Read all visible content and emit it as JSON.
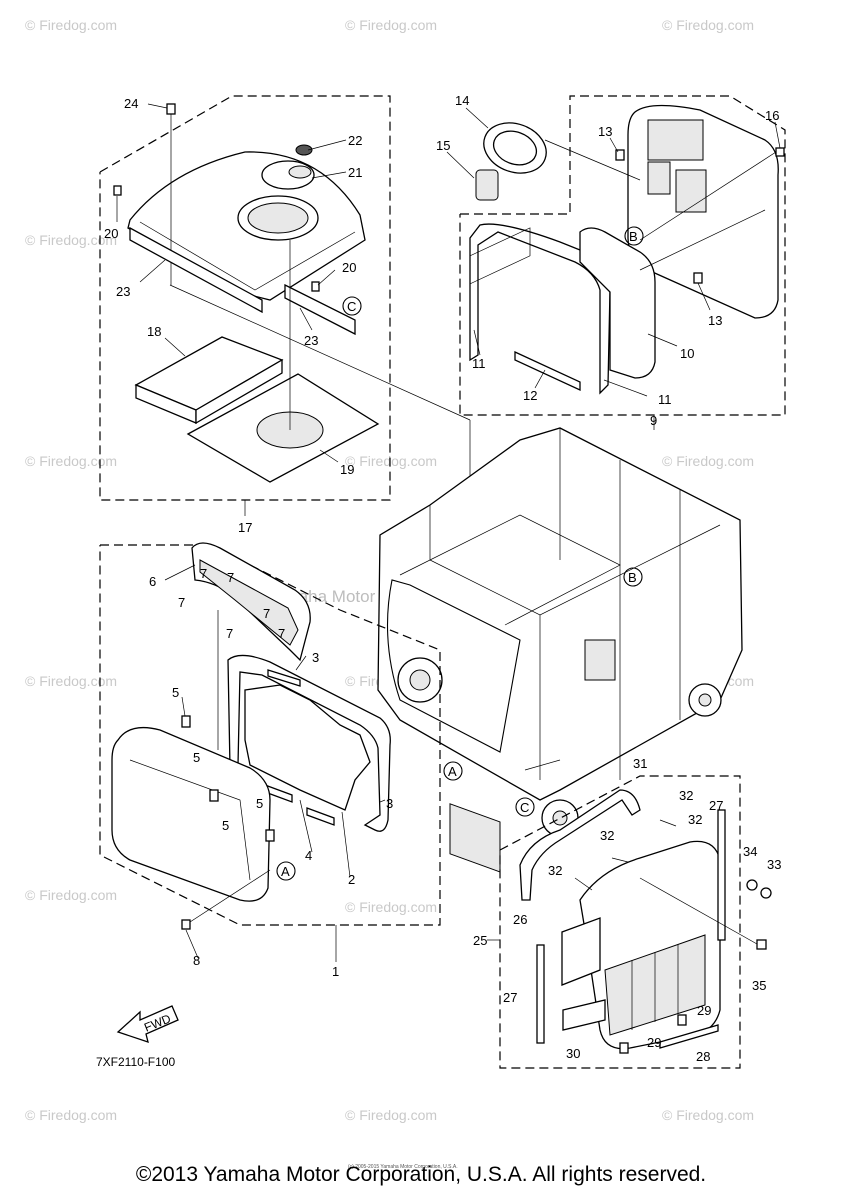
{
  "watermark_text": "© Firedog.com",
  "center_watermark": "Yamaha Motor Corp. U.S.A.",
  "diagram_code": "7XF2110-F100",
  "fwd_label": "FWD",
  "small_print": "(c) 2005-2015 Yamaha Motor Corporation, U.S.A.",
  "copyright": "©2013 Yamaha Motor Corporation, U.S.A. All rights reserved.",
  "callouts": {
    "c1": "1",
    "c2": "2",
    "c3a": "3",
    "c3b": "3",
    "c4": "4",
    "c5a": "5",
    "c5b": "5",
    "c5c": "5",
    "c5d": "5",
    "c6": "6",
    "c7a": "7",
    "c7b": "7",
    "c7c": "7",
    "c7d": "7",
    "c7e": "7",
    "c7f": "7",
    "c8": "8",
    "c9": "9",
    "c10": "10",
    "c11a": "11",
    "c11b": "11",
    "c12": "12",
    "c13a": "13",
    "c13b": "13",
    "c14": "14",
    "c15": "15",
    "c16": "16",
    "c17": "17",
    "c18": "18",
    "c19": "19",
    "c20a": "20",
    "c20b": "20",
    "c21": "21",
    "c22": "22",
    "c23a": "23",
    "c23b": "23",
    "c24": "24",
    "c25": "25",
    "c26": "26",
    "c27a": "27",
    "c27b": "27",
    "c28": "28",
    "c29a": "29",
    "c29b": "29",
    "c30": "30",
    "c31": "31",
    "c32a": "32",
    "c32b": "32",
    "c32c": "32",
    "c33": "33",
    "c34": "34",
    "c35": "35"
  },
  "markers": {
    "A1": "A",
    "A2": "A",
    "B1": "B",
    "B2": "B",
    "C1": "C",
    "C2": "C"
  }
}
